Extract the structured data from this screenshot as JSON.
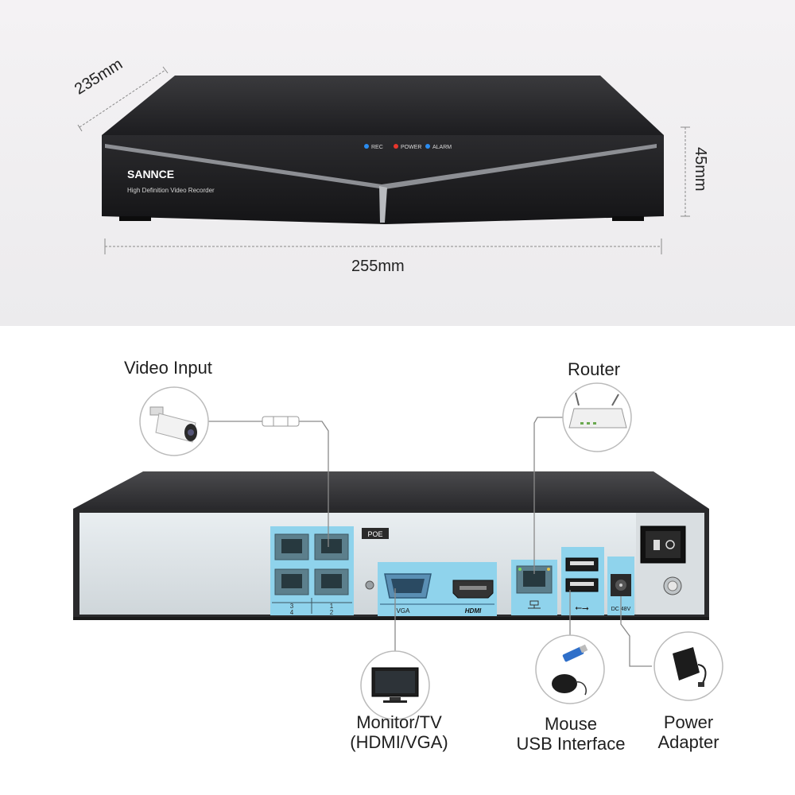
{
  "dimensions": {
    "depth": "235mm",
    "height": "45mm",
    "width": "255mm"
  },
  "front_panel": {
    "brand": "SANNCE",
    "subtitle": "High Definition Video Recorder",
    "indicators": [
      {
        "label": "REC",
        "color": "#2a8cf0"
      },
      {
        "label": "POWER",
        "color": "#e8362c"
      },
      {
        "label": "ALARM",
        "color": "#2a8cf0"
      }
    ]
  },
  "rear_panel": {
    "poe_label": "POE",
    "port_numbers": [
      "3",
      "1",
      "4",
      "2"
    ],
    "vga_label": "VGA",
    "hdmi_label": "HDMI",
    "dc_label": "DC 48V",
    "highlight_color": "#8fd3ec"
  },
  "connections": {
    "video_input": "Video Input",
    "router": "Router",
    "monitor": [
      "Monitor/TV",
      "(HDMI/VGA)"
    ],
    "mouse": [
      "Mouse",
      "USB Interface"
    ],
    "power": [
      "Power",
      "Adapter"
    ]
  }
}
